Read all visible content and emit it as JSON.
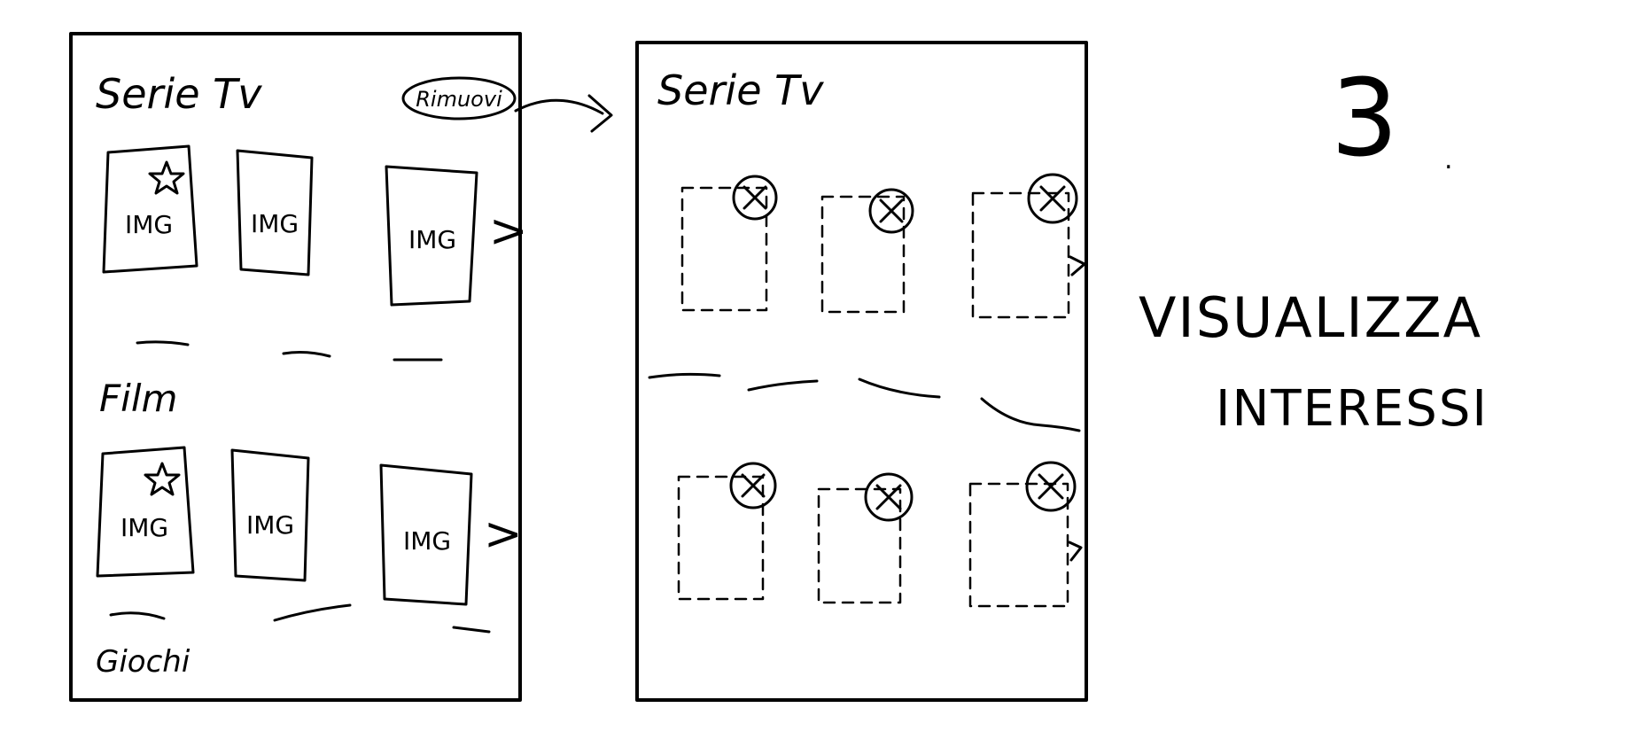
{
  "screen1": {
    "section_serie": "Serie Tv",
    "remove_button": "Rimuovi",
    "section_film": "Film",
    "section_giochi": "Giochi",
    "card_label": "IMG",
    "next_arrow": ">"
  },
  "screen2": {
    "title": "Serie Tv",
    "remove_mark": "⊗"
  },
  "annotation": {
    "step_number": "3",
    "step_dot": ".",
    "caption_line1": "VISUALIZZA",
    "caption_line2": "INTERESSI"
  },
  "icons": {
    "favorite": "star-icon",
    "remove": "remove-circle-icon",
    "next": "chevron-right-icon"
  }
}
